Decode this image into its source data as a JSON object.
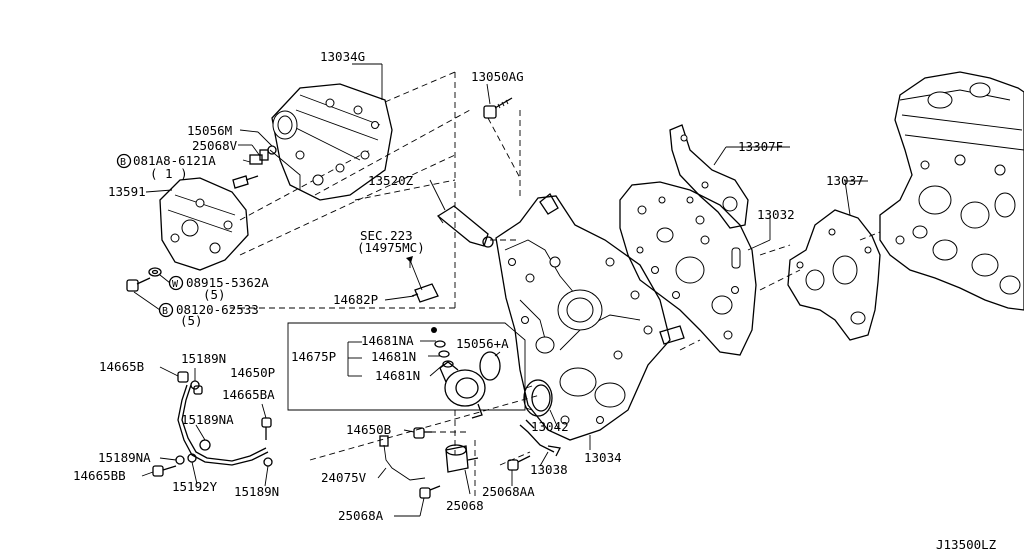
{
  "diagram_id": "J13500LZ",
  "labels": {
    "p13034G": "13034G",
    "p13050AG": "13050AG",
    "p15056M": "15056M",
    "p25068V": "25068V",
    "p081A8": "081A8-6121A",
    "p081A8_qty": "( 1 )",
    "p13591": "13591",
    "p13307F": "13307F",
    "p13520Z": "13520Z",
    "p13037": "13037",
    "p13032": "13032",
    "sec223": "SEC.223",
    "sec223_sub": "(14975MC)",
    "p08915": "08915-5362A",
    "p08915_qty": "(5)",
    "p14682P": "14682P",
    "p08120": "08120-62533",
    "p08120_qty": "(5)",
    "p14681NA": "14681NA",
    "p14675P": "14675P",
    "p14681N_a": "14681N",
    "p14681N_b": "14681N",
    "p15056A": "15056+A",
    "p14665B": "14665B",
    "p15189N_top": "15189N",
    "p14650P": "14650P",
    "p14665BA": "14665BA",
    "p15189NA_top": "15189NA",
    "p14650B": "14650B",
    "p13042": "13042",
    "p13034": "13034",
    "p15189NA_left": "15189NA",
    "p14665BB": "14665BB",
    "p15192Y": "15192Y",
    "p15189N_bot": "15189N",
    "p24075V": "24075V",
    "p13038": "13038",
    "p25068AA": "25068AA",
    "p25068A": "25068A",
    "p25068": "25068"
  },
  "circle_marks": {
    "b1": "B",
    "w1": "W",
    "b2": "B"
  }
}
